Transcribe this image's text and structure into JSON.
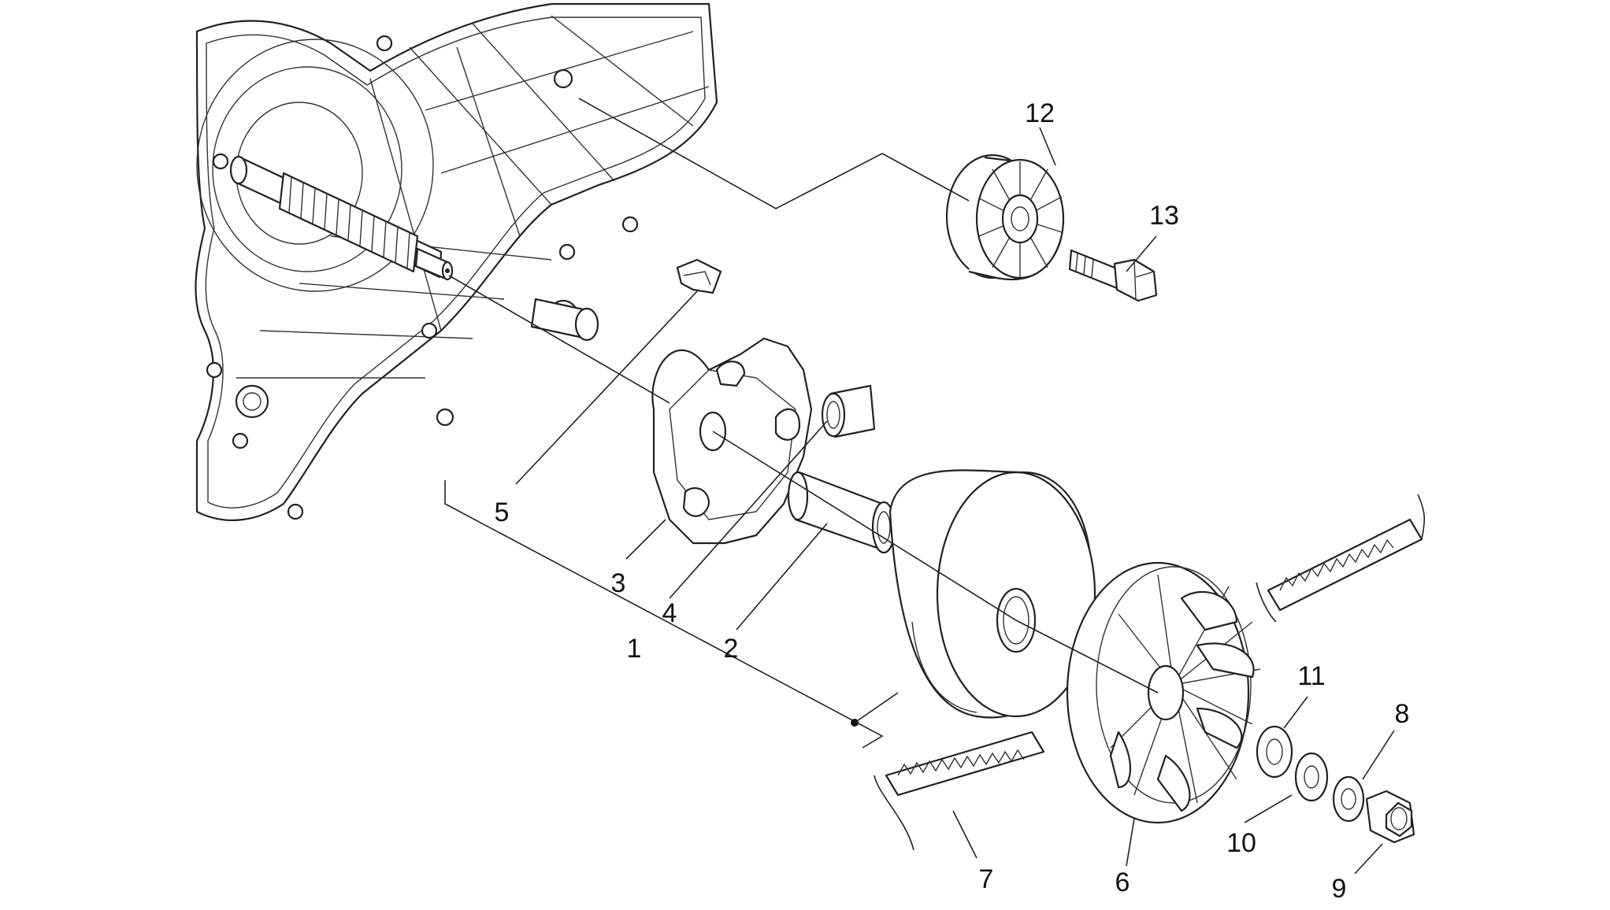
{
  "diagram": {
    "callouts": [
      {
        "id": "c1",
        "label": "1"
      },
      {
        "id": "c2",
        "label": "2"
      },
      {
        "id": "c3",
        "label": "3"
      },
      {
        "id": "c4",
        "label": "4"
      },
      {
        "id": "c5",
        "label": "5"
      },
      {
        "id": "c6",
        "label": "6"
      },
      {
        "id": "c7",
        "label": "7"
      },
      {
        "id": "c8",
        "label": "8"
      },
      {
        "id": "c9",
        "label": "9"
      },
      {
        "id": "c10",
        "label": "10"
      },
      {
        "id": "c11",
        "label": "11"
      },
      {
        "id": "c12",
        "label": "12"
      },
      {
        "id": "c13",
        "label": "13"
      }
    ],
    "colors": {
      "line": "#222222",
      "background": "#ffffff"
    }
  }
}
